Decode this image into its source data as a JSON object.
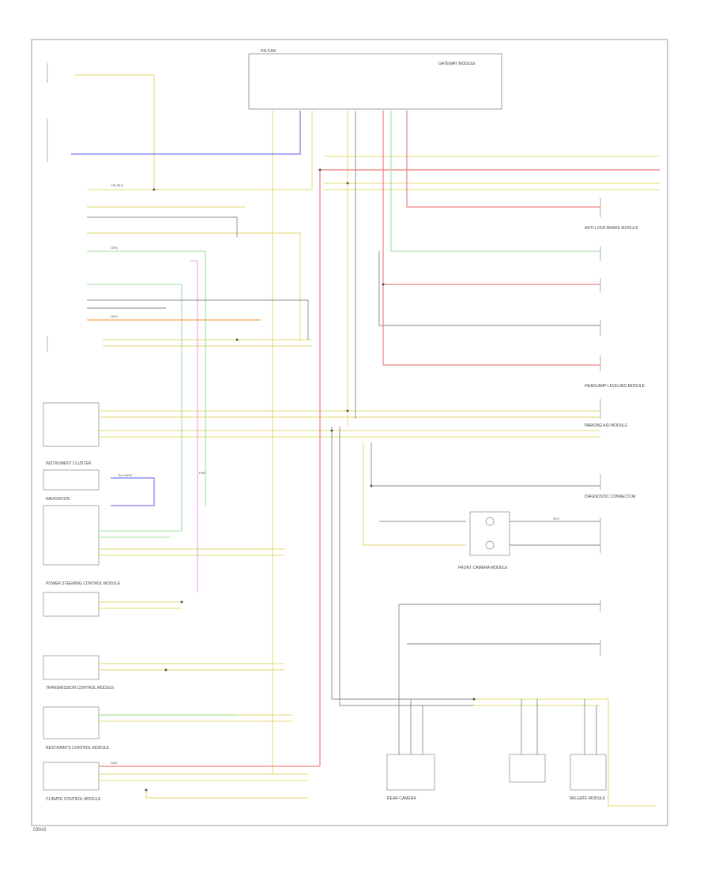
{
  "diagram": {
    "footer_code": "03042",
    "modules": {
      "gateway": "GATEWAY MODULE",
      "can_top": "HS-CAN",
      "instrument_cluster": "INSTRUMENT CLUSTER",
      "navigation": "NAVIGATION",
      "power_steering": "POWER STEERING CONTROL MODULE",
      "transmission": "TRANSMISSION CONTROL MODULE",
      "restraints": "RESTRAINTS CONTROL MODULE",
      "brake_module": "ANTI-LOCK BRAKE MODULE",
      "parking_aid": "PARKING AID MODULE",
      "headlamp": "HEADLAMP LEVELING MODULE",
      "diag_connector": "DIAGNOSTIC CONNECTOR",
      "rear_camera": "REAR CAMERA",
      "tailgate": "TAILGATE MODULE",
      "front_camera": "FRONT CAMERA MODULE",
      "climate": "CLIMATE CONTROL MODULE"
    },
    "wire_colors": {
      "yellow": "YEL/BLK",
      "green": "GRN",
      "red": "RED",
      "blue": "BLU/WHT",
      "orange": "ORG",
      "pink": "PNK",
      "grey": "GRY"
    }
  }
}
